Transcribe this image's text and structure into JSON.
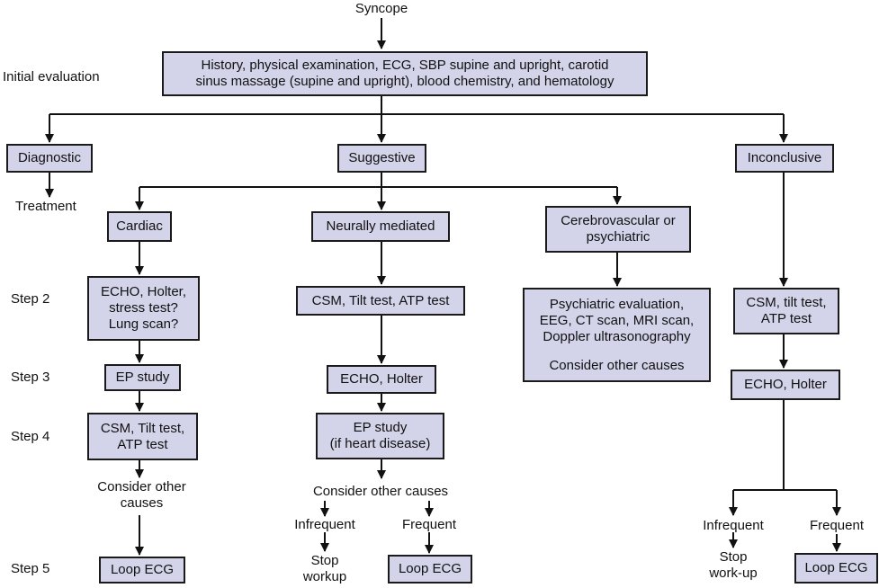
{
  "title": "Syncope",
  "row_labels": {
    "initial": "Initial evaluation",
    "treatment": "Treatment",
    "step2": "Step 2",
    "step3": "Step 3",
    "step4": "Step 4",
    "step5": "Step 5"
  },
  "initial_box": {
    "line1": "History, physical examination, ECG, SBP supine and upright, carotid",
    "line2": "sinus massage (supine and upright), blood chemistry, and hematology"
  },
  "outcomes": {
    "diagnostic": "Diagnostic",
    "suggestive": "Suggestive",
    "inconclusive": "Inconclusive"
  },
  "cardiac": {
    "label": "Cardiac",
    "step2": [
      "ECHO, Holter,",
      "stress test?",
      "Lung scan?"
    ],
    "step3": "EP study",
    "step4": [
      "CSM, Tilt test,",
      "ATP test"
    ],
    "consider": [
      "Consider other",
      "causes"
    ],
    "step5": "Loop ECG"
  },
  "neural": {
    "label": "Neurally mediated",
    "step2": "CSM, Tilt test, ATP test",
    "step3": "ECHO, Holter",
    "step4": [
      "EP study",
      "(if heart disease)"
    ],
    "consider": "Consider other causes",
    "infrequent": "Infrequent",
    "frequent": "Frequent",
    "stop": [
      "Stop",
      "workup"
    ],
    "loop": "Loop ECG"
  },
  "cerebro": {
    "label": [
      "Cerebrovascular or",
      "psychiatric"
    ],
    "eval": [
      "Psychiatric evaluation,",
      "EEG, CT scan, MRI scan,",
      "Doppler ultrasonography",
      "Consider other causes"
    ]
  },
  "inconclusive_path": {
    "step2": [
      "CSM, tilt test,",
      "ATP test"
    ],
    "step3": "ECHO, Holter",
    "infrequent": "Infrequent",
    "frequent": "Frequent",
    "stop": [
      "Stop",
      "work-up"
    ],
    "loop": "Loop ECG"
  }
}
